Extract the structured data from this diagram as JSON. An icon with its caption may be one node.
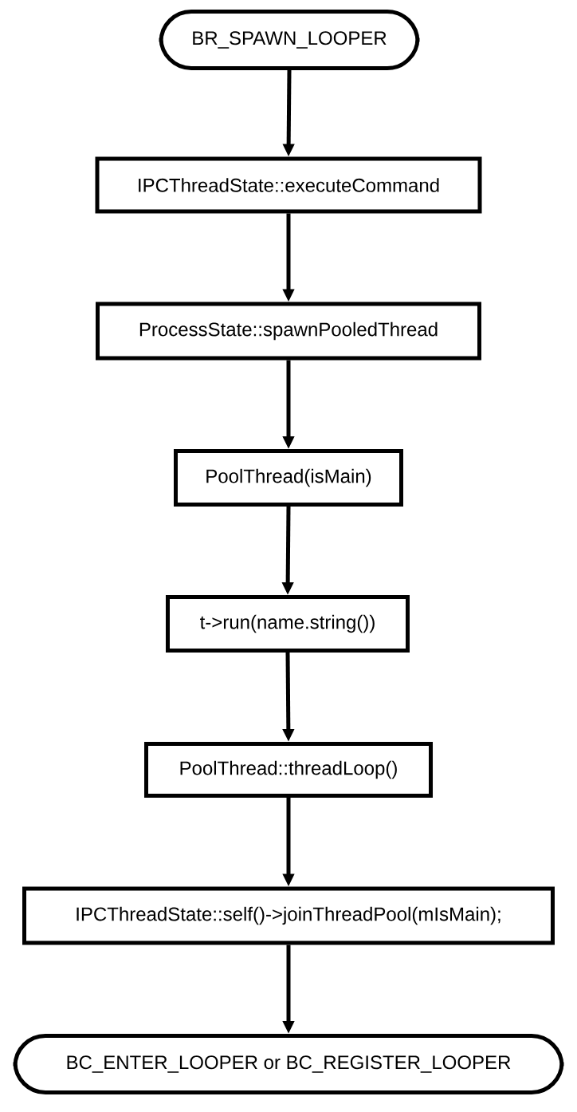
{
  "diagram": {
    "nodes": [
      {
        "text": [
          "BR_SPAWN_LOOPER"
        ]
      },
      {
        "text": [
          "IPCThreadState::executeCommand"
        ]
      },
      {
        "text": [
          "ProcessState::spawnPooledThread"
        ]
      },
      {
        "text": [
          "PoolThread(isMain)"
        ]
      },
      {
        "text": [
          "t->run(name.string())"
        ]
      },
      {
        "text": [
          "PoolThread::threadLoop()"
        ]
      },
      {
        "text": [
          "IPCThreadState::self()->joinThreadPool(mIsMain);"
        ]
      },
      {
        "text": [
          "BC_ENTER_LOOPER or BC_REGISTER_LOOPER"
        ]
      }
    ],
    "edges": [
      {
        "from": 0,
        "to": 1,
        "arrow": "to"
      },
      {
        "from": 1,
        "to": 2,
        "arrow": "to"
      },
      {
        "from": 2,
        "to": 3,
        "arrow": "to"
      },
      {
        "from": 3,
        "to": 4,
        "arrow": "to"
      },
      {
        "from": 4,
        "to": 5,
        "arrow": "to"
      },
      {
        "from": 5,
        "to": 6,
        "arrow": "to"
      },
      {
        "from": 6,
        "to": 7,
        "arrow": "to"
      }
    ]
  }
}
